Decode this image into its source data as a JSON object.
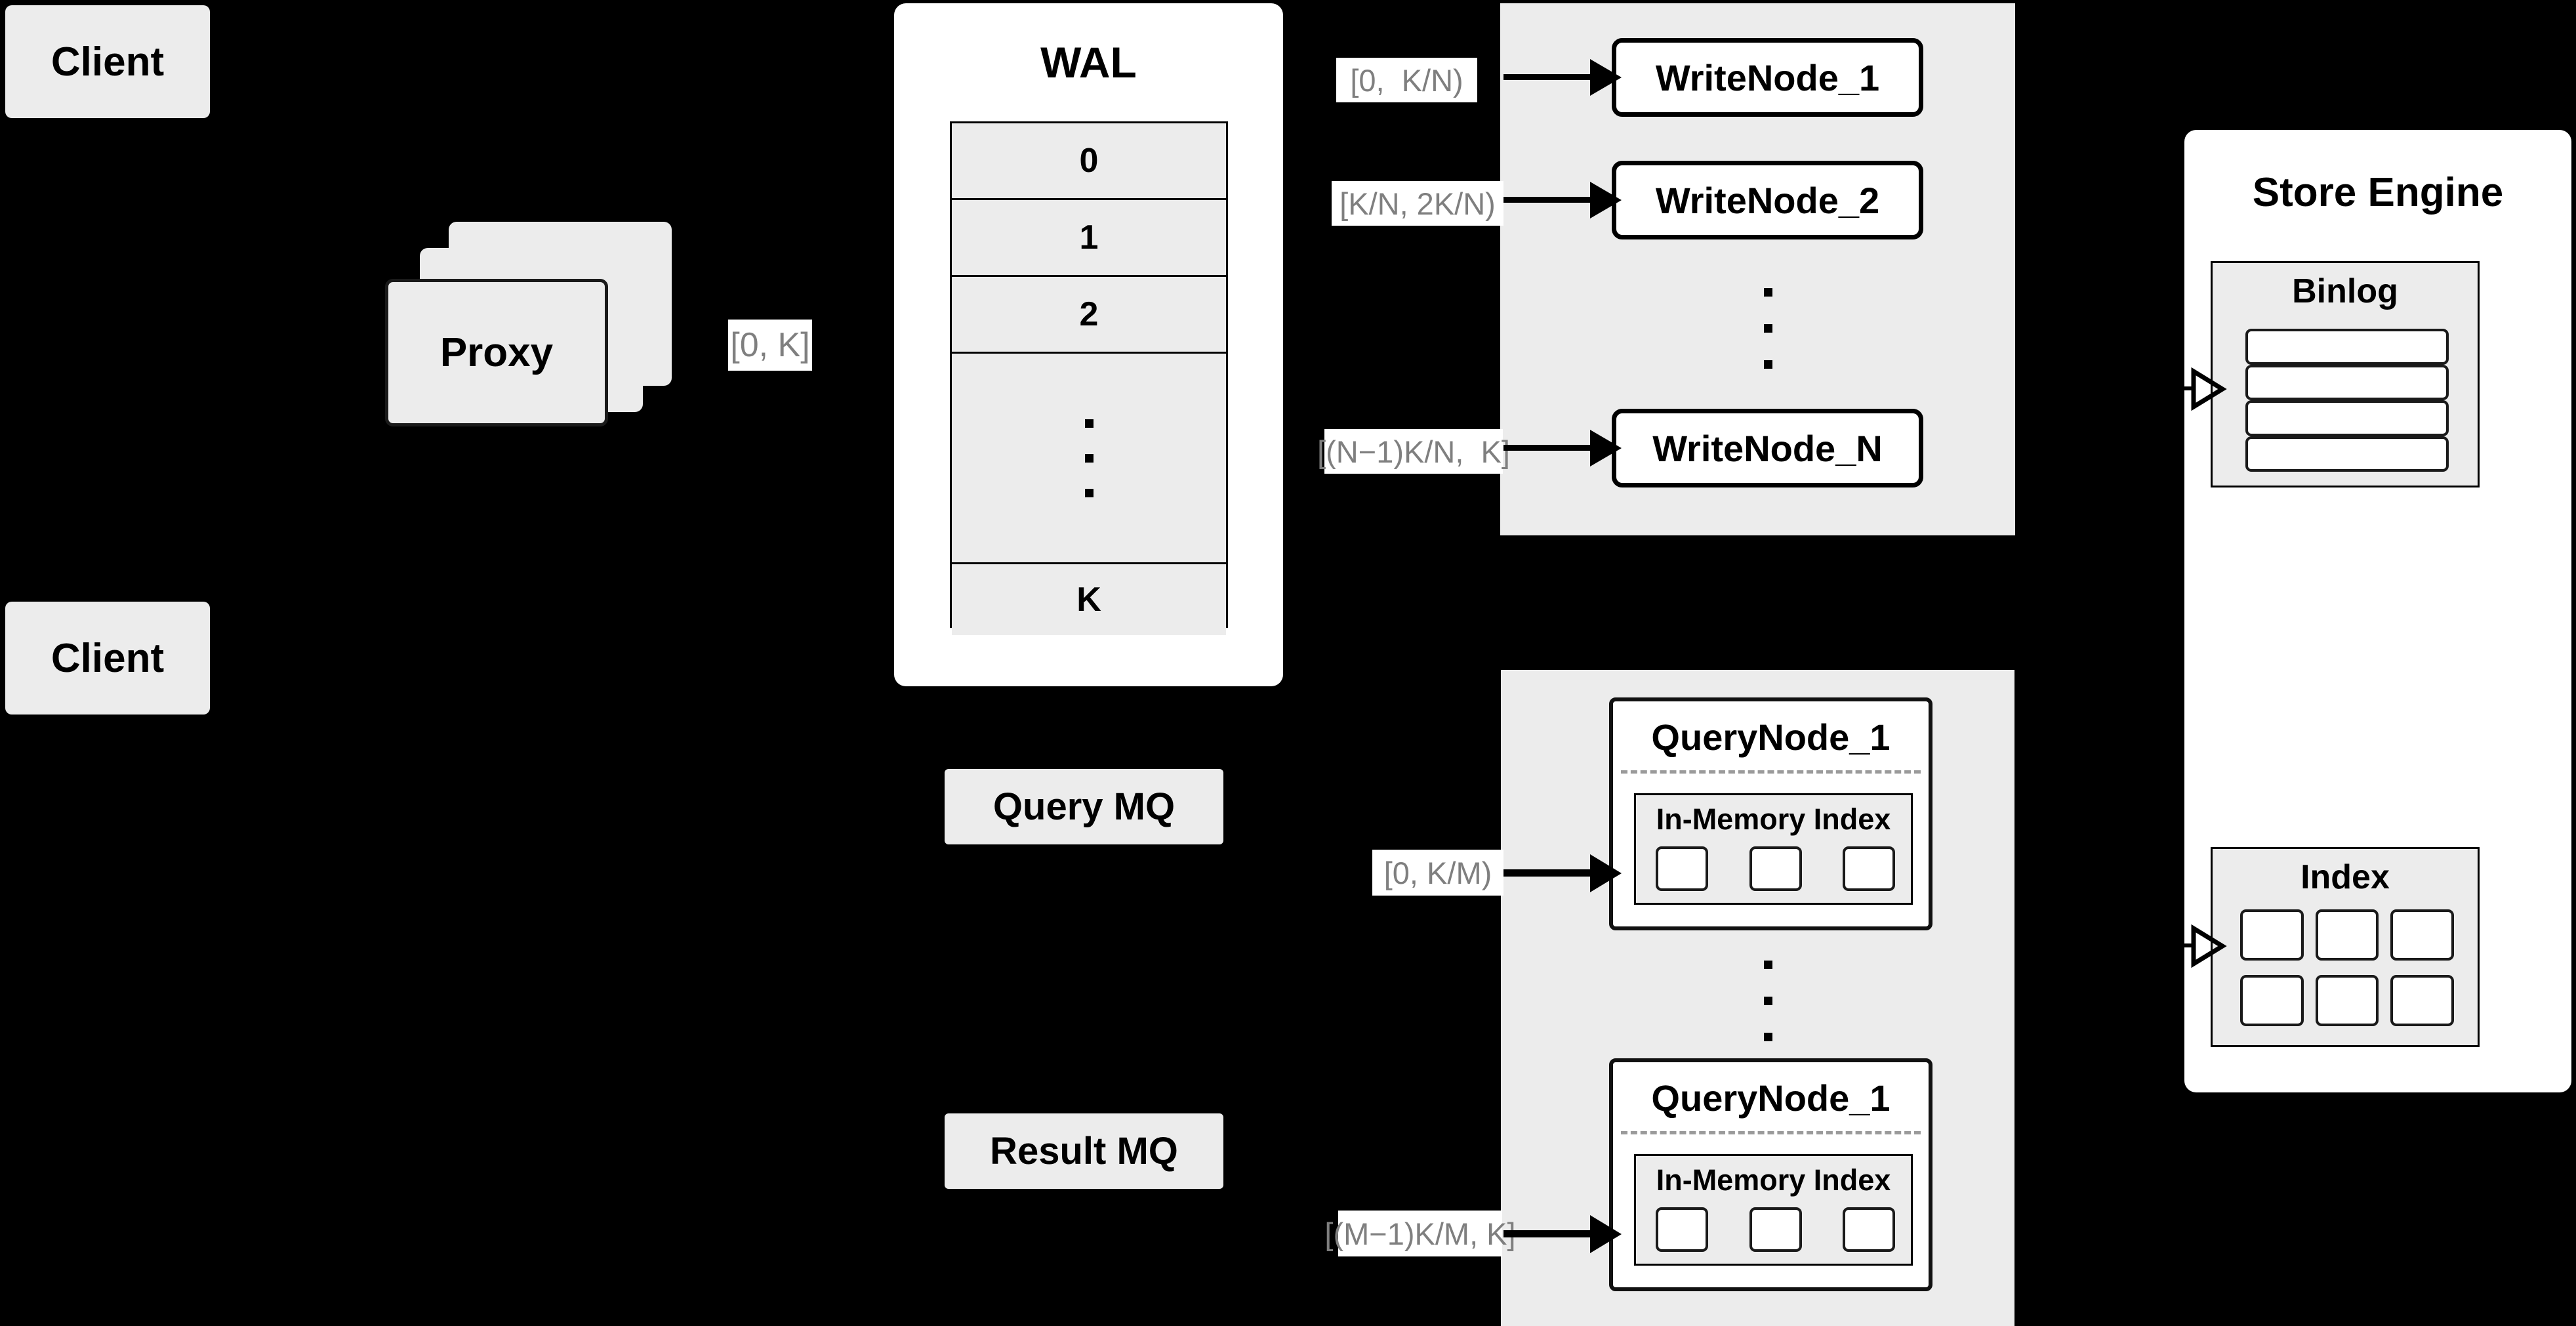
{
  "diagram": {
    "title": "Distributed Write/Query Architecture",
    "background_color": "#000000",
    "node_fill": "#ececec",
    "panel_fill": "#ffffff",
    "label_text_color": "#7f7f7f",
    "stroke_color": "#000000"
  },
  "clients": [
    {
      "label": "Client"
    },
    {
      "label": "Client"
    }
  ],
  "proxy": {
    "label": "Proxy",
    "stack_count": 3
  },
  "range_labels": {
    "proxy_to_wal": "[0, K]",
    "write_node_1": "[0,  K/N)",
    "write_node_2": "[K/N, 2K/N)",
    "write_node_n": "[(N−1)K/N,  K]",
    "query_node_first": "[0, K/M)",
    "query_node_last": "[(M−1)K/M, K]"
  },
  "wal": {
    "title": "WAL",
    "rows": [
      "0",
      "1",
      "2"
    ],
    "ellipsis_dots": 3,
    "last_row": "K"
  },
  "message_queues": [
    {
      "label": "Query MQ",
      "name": "query-mq"
    },
    {
      "label": "Result MQ",
      "name": "result-mq"
    }
  ],
  "write_node_group": {
    "nodes": [
      {
        "label": "WriteNode_1"
      },
      {
        "label": "WriteNode_2"
      }
    ],
    "ellipsis_dots": 3,
    "last_node": {
      "label": "WriteNode_N"
    }
  },
  "query_node_group": {
    "nodes": [
      {
        "title": "QueryNode_1",
        "index_label": "In-Memory Index",
        "slot_count": 3
      },
      {
        "title": "QueryNode_1",
        "index_label": "In-Memory Index",
        "slot_count": 3
      }
    ],
    "ellipsis_dots": 3
  },
  "store_engine": {
    "title": "Store Engine",
    "binlog": {
      "title": "Binlog",
      "row_count": 4
    },
    "index": {
      "title": "Index",
      "rows": 2,
      "cols": 3
    }
  }
}
